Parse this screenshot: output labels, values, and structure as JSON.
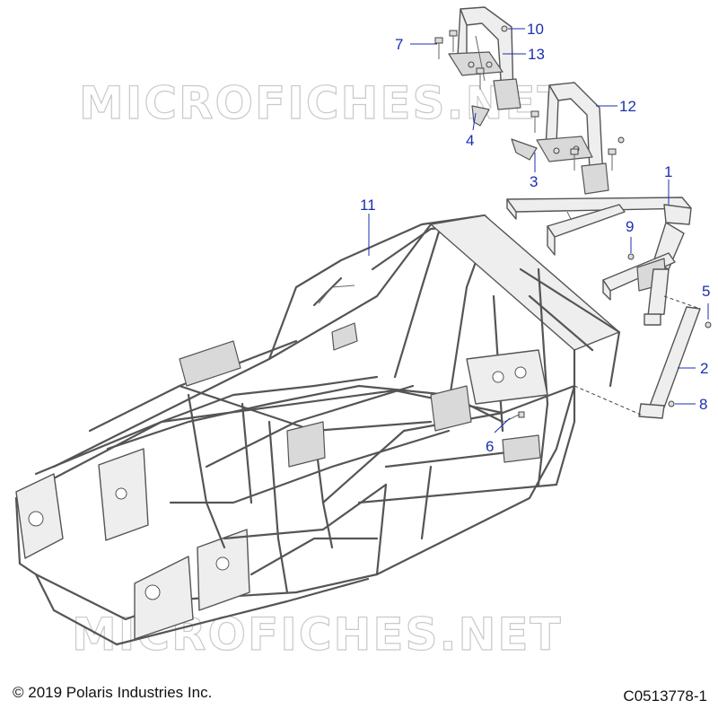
{
  "watermark": {
    "top_text": "MICROFICHES.NET",
    "bottom_text": "MICROFICHES.NET"
  },
  "callouts": [
    {
      "id": "1",
      "label": "1"
    },
    {
      "id": "2",
      "label": "2"
    },
    {
      "id": "3",
      "label": "3"
    },
    {
      "id": "4",
      "label": "4"
    },
    {
      "id": "5",
      "label": "5"
    },
    {
      "id": "6",
      "label": "6"
    },
    {
      "id": "7",
      "label": "7"
    },
    {
      "id": "8",
      "label": "8"
    },
    {
      "id": "9",
      "label": "9"
    },
    {
      "id": "10",
      "label": "10"
    },
    {
      "id": "11",
      "label": "11"
    },
    {
      "id": "12",
      "label": "12"
    },
    {
      "id": "13",
      "label": "13"
    }
  ],
  "footer": {
    "copyright": "© 2019 Polaris Industries Inc.",
    "diagram_code": "C0513778-1"
  },
  "colors": {
    "callout": "#1a2fb0",
    "line_art": "#555555",
    "watermark": "#c9c9c9"
  }
}
